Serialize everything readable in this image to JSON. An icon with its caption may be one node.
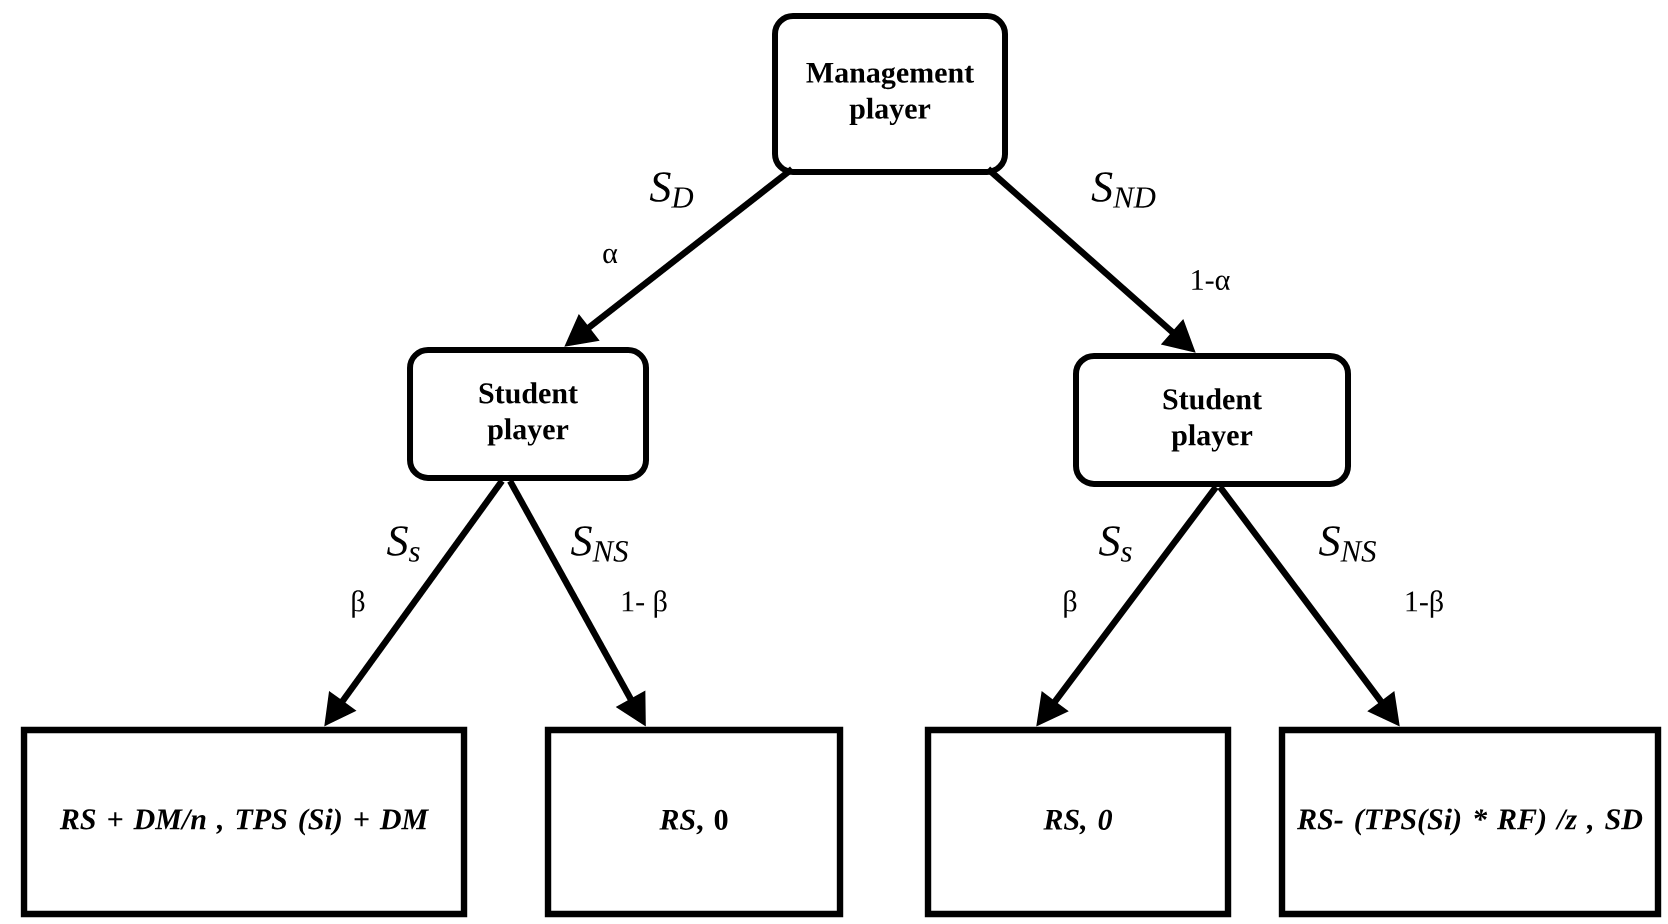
{
  "diagram": {
    "nodes": [
      {
        "text": [
          "Management player"
        ]
      },
      {
        "text": [
          "Student player"
        ]
      },
      {
        "text": [
          "Student player"
        ]
      },
      {
        "text": [
          "RS + DM/n , TPS (Si) + DM"
        ]
      },
      {
        "text": [
          "*RS*, 0"
        ]
      },
      {
        "text": [
          "RS, 0"
        ]
      },
      {
        "text": [
          "RS- (TPS(Si) * RF) /z , SD"
        ]
      }
    ],
    "edges": [
      {
        "from": 0,
        "to": 1,
        "arrow": "to",
        "label": "S$_{D}$"
      },
      {
        "from": 0,
        "to": 2,
        "arrow": "to",
        "label": "S$_{ND}$"
      },
      {
        "from": 1,
        "to": 3,
        "arrow": "to",
        "label": "S$_{s}$"
      },
      {
        "from": 1,
        "to": 4,
        "arrow": "to",
        "label": "S$_{NS}$"
      },
      {
        "from": 2,
        "to": 5,
        "arrow": "to",
        "label": "S$_{s}$"
      },
      {
        "from": 2,
        "to": 6,
        "arrow": "to",
        "label": "S$_{NS}$"
      }
    ],
    "labels": [
      "α",
      "1-α",
      "β",
      "1- β",
      "β",
      "1-β"
    ]
  }
}
